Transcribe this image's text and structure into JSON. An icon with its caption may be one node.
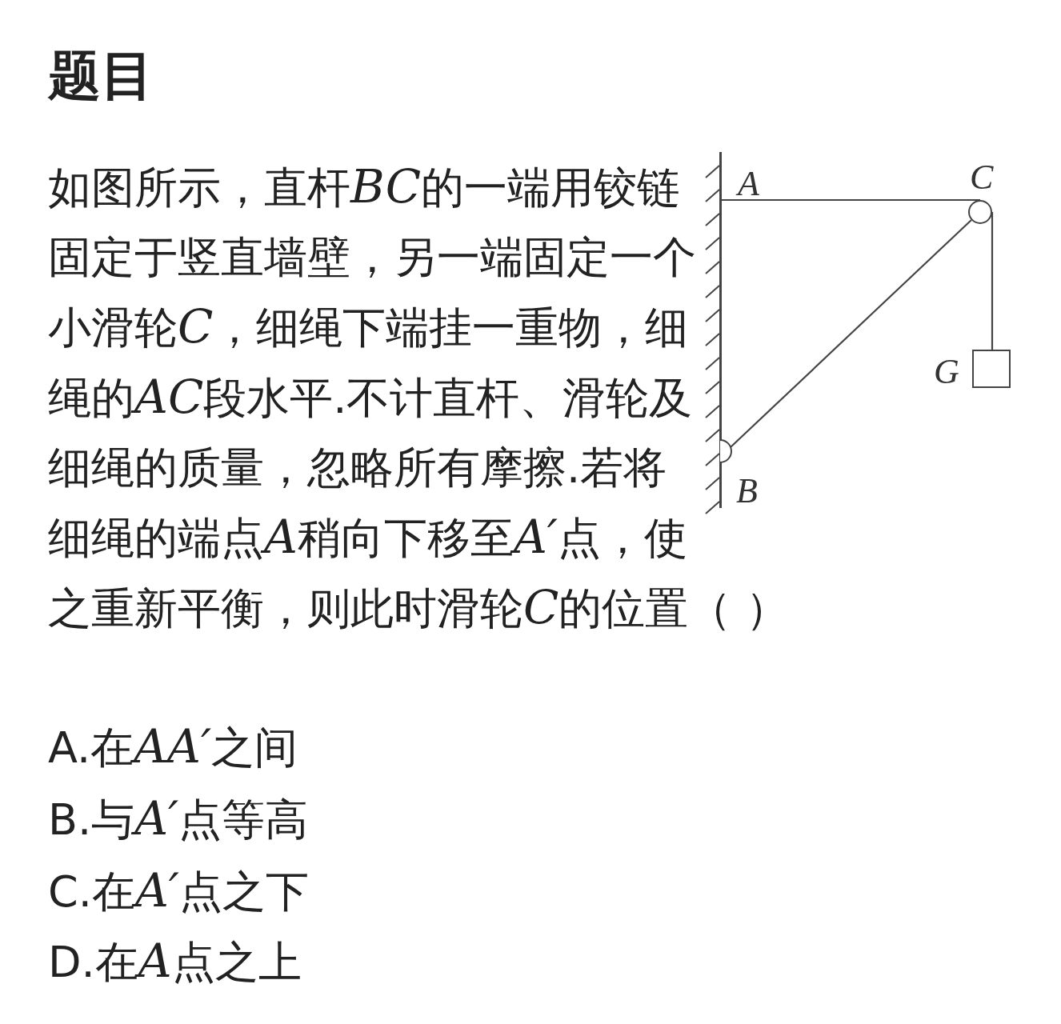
{
  "diagram": {
    "title": "题目",
    "nodes": [
      {
        "text": [],
        "shape": "bar"
      },
      {
        "text": [],
        "shape": "circle"
      },
      {
        "text": [],
        "shape": "circle"
      },
      {
        "text": [],
        "shape": "box",
        "beside": [
          "G"
        ]
      }
    ],
    "edges": [
      {
        "from": 0,
        "to": 1,
        "arrow": "none"
      },
      {
        "from": 2,
        "to": 1,
        "arrow": "none"
      },
      {
        "from": 1,
        "to": 3,
        "arrow": "none"
      }
    ],
    "labels": [
      "如图所示，直杆BC的一端用铰链固定于竖直墙壁，另一端固定一个小滑轮C，细绳下端挂一重物，细绳的AC段水平.不计直杆、滑轮及细绳的质量，忽略所有摩擦.若将细绳的端点A稍向下移至A′点，使之重新平衡，则此时滑轮C的位置（ ）",
      "A",
      "C",
      "B",
      "A.在AA′之间",
      "B.与A′点等高",
      "C.在A′点之下",
      "D.在A点之上"
    ]
  }
}
